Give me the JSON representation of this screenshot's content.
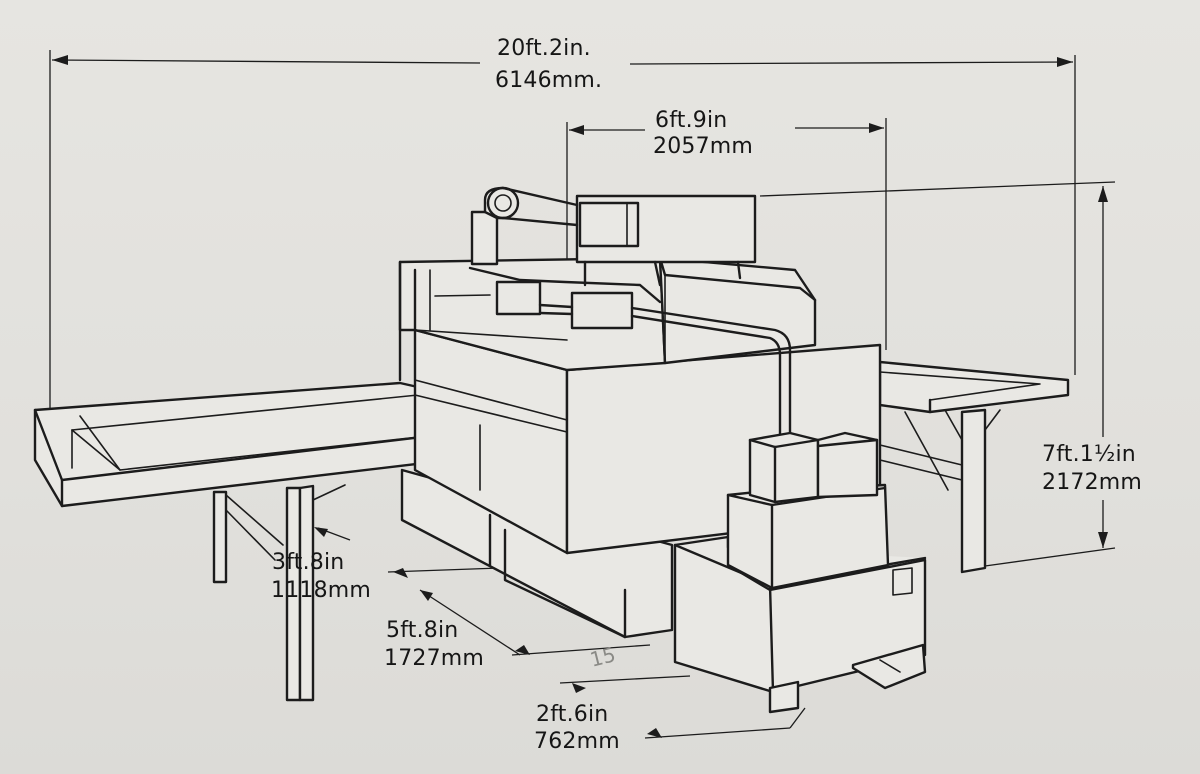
{
  "dimensions": {
    "overall_length": {
      "imperial": "20ft.2in.",
      "metric": "6146mm."
    },
    "body_length": {
      "imperial": "6ft.9in",
      "metric": "2057mm"
    },
    "height": {
      "imperial": "7ft.1½in",
      "metric": "2172mm"
    },
    "table_height": {
      "imperial": "3ft.8in",
      "metric": "1118mm"
    },
    "body_depth": {
      "imperial": "5ft.8in",
      "metric": "1727mm"
    },
    "cabinet_depth": {
      "imperial": "2ft.6in",
      "metric": "762mm"
    }
  },
  "annotation": {
    "handwritten_number": "15"
  },
  "colors": {
    "line": "#1c1c1c",
    "paper": "#e4e3df",
    "pencil": "#8a8a86"
  }
}
